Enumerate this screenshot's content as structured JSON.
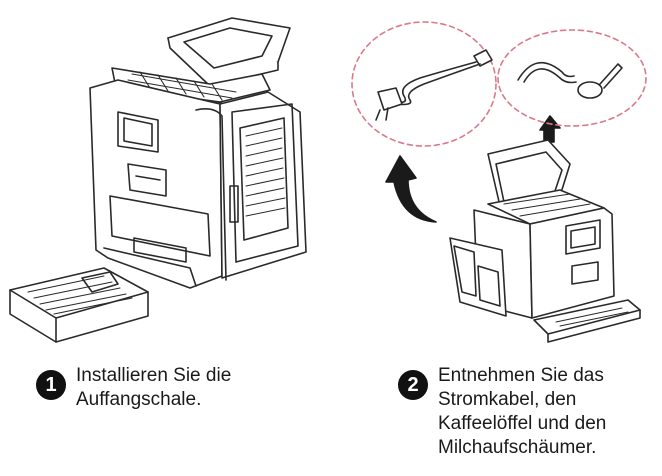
{
  "steps": [
    {
      "number": "1",
      "text": "Installieren Sie die\nAuffangschale."
    },
    {
      "number": "2",
      "text": "Entnehmen Sie das\nStromkabel,  den\nKaffeelöffel und den\nMilchaufschäumer."
    }
  ],
  "colors": {
    "line": "#2a2a2a",
    "dashed_circle": "#d9798a",
    "badge": "#111111",
    "text": "#1a1a1a"
  }
}
